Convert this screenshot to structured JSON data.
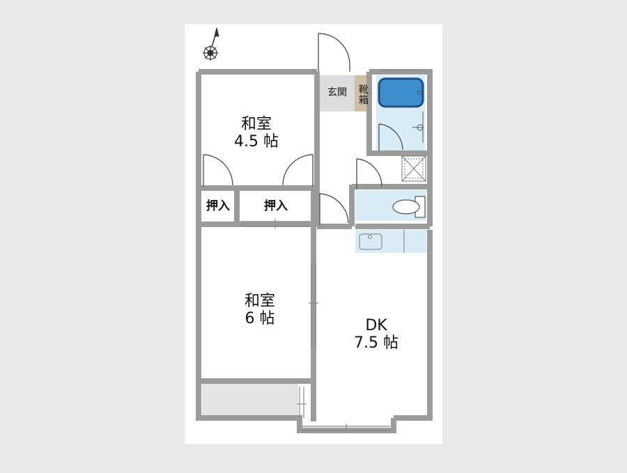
{
  "floorplan": {
    "rooms": {
      "washitsu_45": {
        "name": "和室",
        "size": "4.5 帖"
      },
      "washitsu_6": {
        "name": "和室",
        "size": "6 帖"
      },
      "dk": {
        "name": "DK",
        "size": "7.5 帖"
      }
    },
    "closets": {
      "small": "押入",
      "large": "押入"
    },
    "genkan": "玄関",
    "shoe_cabinet": "靴箱"
  },
  "colors": {
    "background": "#e9e9e9",
    "canvas": "#ffffff",
    "wall": "#9b9b9b",
    "genkan_floor": "#dcdcdc",
    "shoe_cabinet": "#cdbfa4",
    "wet_area": "#d8ecf6",
    "bathtub": "#3d8fcd",
    "balcony": "#e3e3e3",
    "compass": "#333333"
  },
  "icons": [
    "north-arrow-icon",
    "bathtub-icon",
    "washbasin-icon",
    "toilet-icon",
    "kitchen-sink-icon",
    "washing-machine-pan-icon"
  ]
}
